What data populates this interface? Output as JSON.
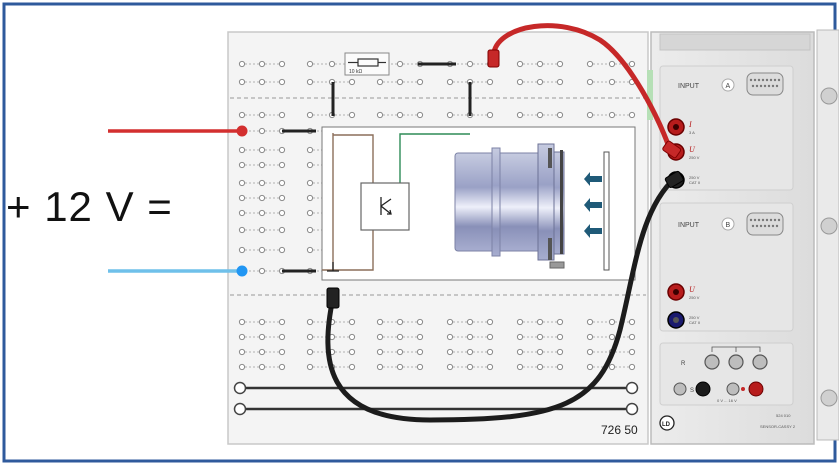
{
  "supply_label": "+ 12 V =",
  "board_number": "726 50",
  "resistor_label": "10 kΩ",
  "sensor_box": {
    "input_a_label": "INPUT",
    "input_a_letter": "A",
    "input_b_label": "INPUT",
    "input_b_letter": "B",
    "current_symbol": "I",
    "current_range": "3 A",
    "voltage_symbol_a": "U",
    "voltage_range_a": "250 V",
    "ground_note_a_1": "250 V",
    "ground_note_a_2": "CAT II",
    "voltage_symbol_b": "U",
    "voltage_range_b": "250 V",
    "ground_note_b_1": "250 V",
    "ground_note_b_2": "CAT II",
    "r_label": "R",
    "s_label": "S",
    "range_note": "0 V ... 16 V",
    "model_number": "524 010",
    "device_name": "SENSOR-CASSY 2",
    "logo_text": "LD"
  },
  "colors": {
    "frame": "#2f5a9c",
    "red_wire": "#d32f2f",
    "blue_wire": "#6fc0ea",
    "black_wire": "#1c1c1c",
    "green_wire": "#2e8b57",
    "board_bg": "#f4f4f4",
    "panel_bg": "#e4e4e4"
  }
}
